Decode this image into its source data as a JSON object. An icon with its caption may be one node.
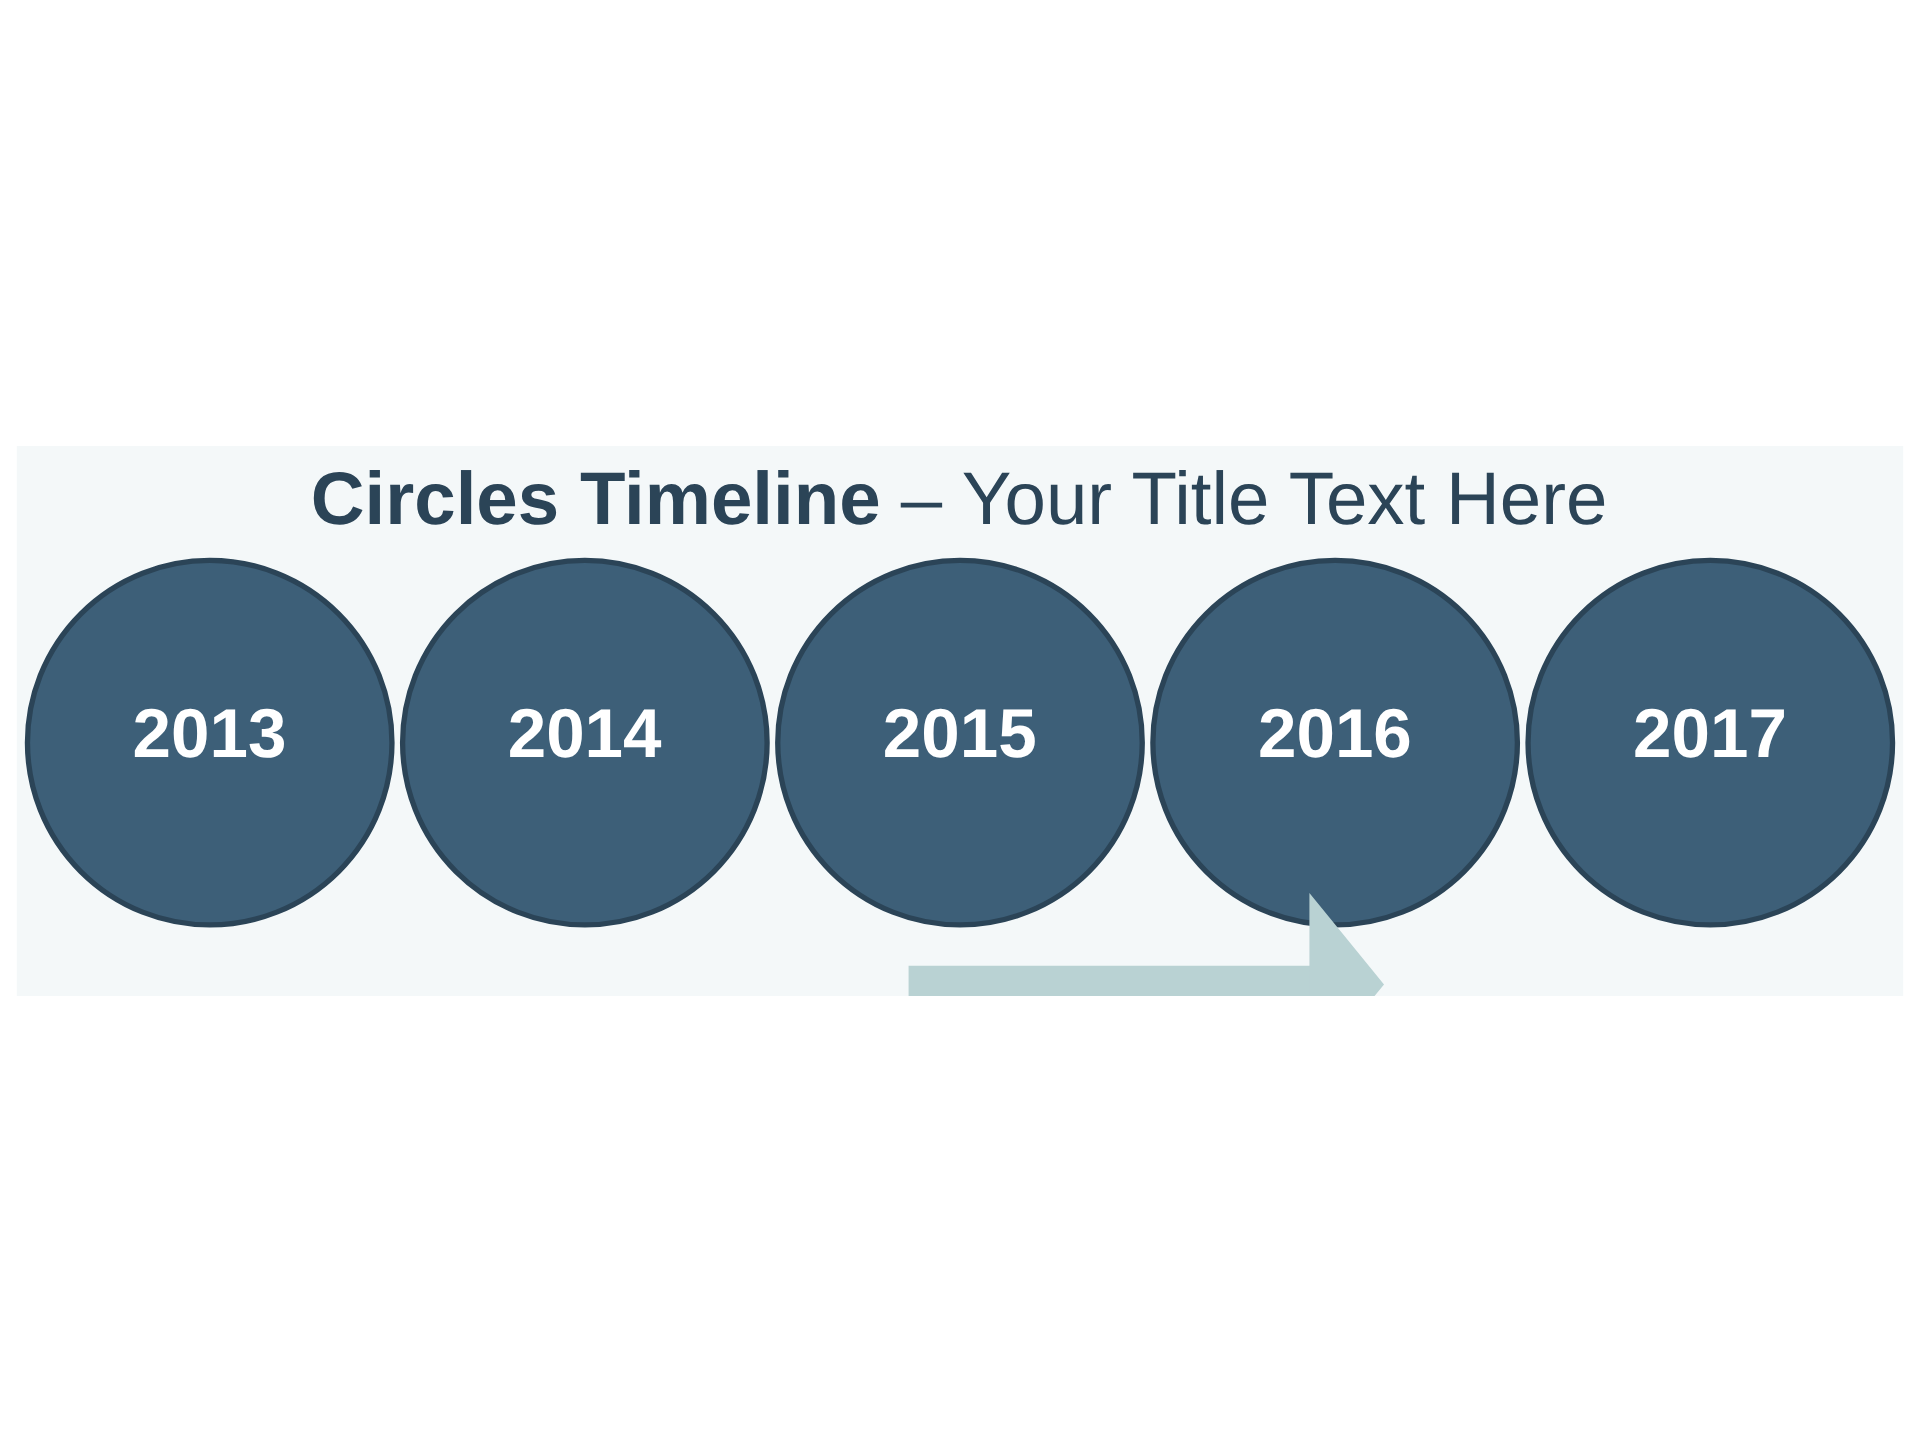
{
  "diagram": {
    "title": "**Circles Timeline** – Your Title Text Here",
    "nodes": [
      {
        "text": [
          "2013"
        ]
      },
      {
        "text": [
          "2014"
        ]
      },
      {
        "text": [
          "2015"
        ]
      },
      {
        "text": [
          "2016"
        ]
      },
      {
        "text": [
          "2017"
        ]
      }
    ],
    "edges": []
  }
}
